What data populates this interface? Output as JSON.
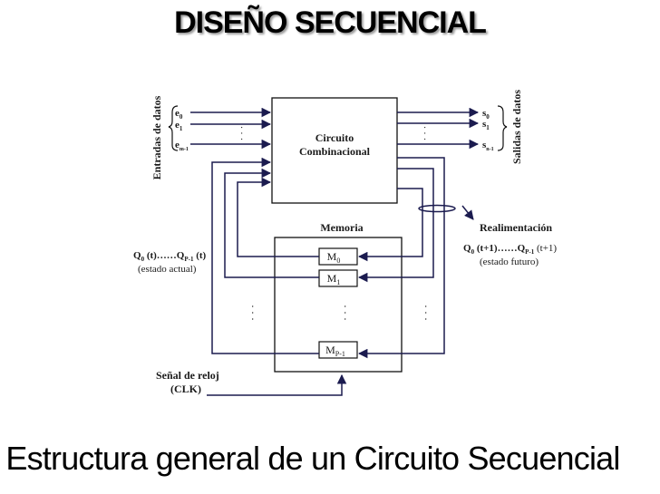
{
  "title": "DISEÑO SECUENCIAL",
  "caption": "Estructura general de un Circuito Secuencial",
  "diagram": {
    "combinational_block": {
      "line1": "Circuito",
      "line2": "Combinacional"
    },
    "memory_label": "Memoria",
    "inputs_group_label": "Entradas de datos",
    "outputs_group_label": "Salidas de datos",
    "inputs": [
      {
        "base": "e",
        "sub": "0"
      },
      {
        "base": "e",
        "sub": "1"
      },
      {
        "base": "e",
        "sub": "m-1"
      }
    ],
    "outputs": [
      {
        "base": "s",
        "sub": "0"
      },
      {
        "base": "s",
        "sub": "1"
      },
      {
        "base": "s",
        "sub": "n-1"
      }
    ],
    "memory_cells": [
      {
        "base": "M",
        "sub": "0"
      },
      {
        "base": "M",
        "sub": "1"
      },
      {
        "base": "M",
        "sub": "P-1"
      }
    ],
    "feedback_label": "Realimentación",
    "future_state": {
      "expr_a": "Q",
      "sub_a": "0",
      "expr_mid": " (t+1)……Q",
      "sub_b": "P-1",
      "expr_end": " (t+1)",
      "desc": "(estado futuro)"
    },
    "current_state": {
      "expr_a": "Q",
      "sub_a": "0",
      "expr_mid": " (t)……Q",
      "sub_b": "P-1",
      "expr_end": " (t)",
      "desc": "(estado actual)"
    },
    "clock_label": {
      "line1": "Señal de reloj",
      "line2": "(CLK)"
    },
    "dots": "·  ·  ·",
    "colors": {
      "line": "#1b1b4f",
      "box": "#111111"
    }
  }
}
